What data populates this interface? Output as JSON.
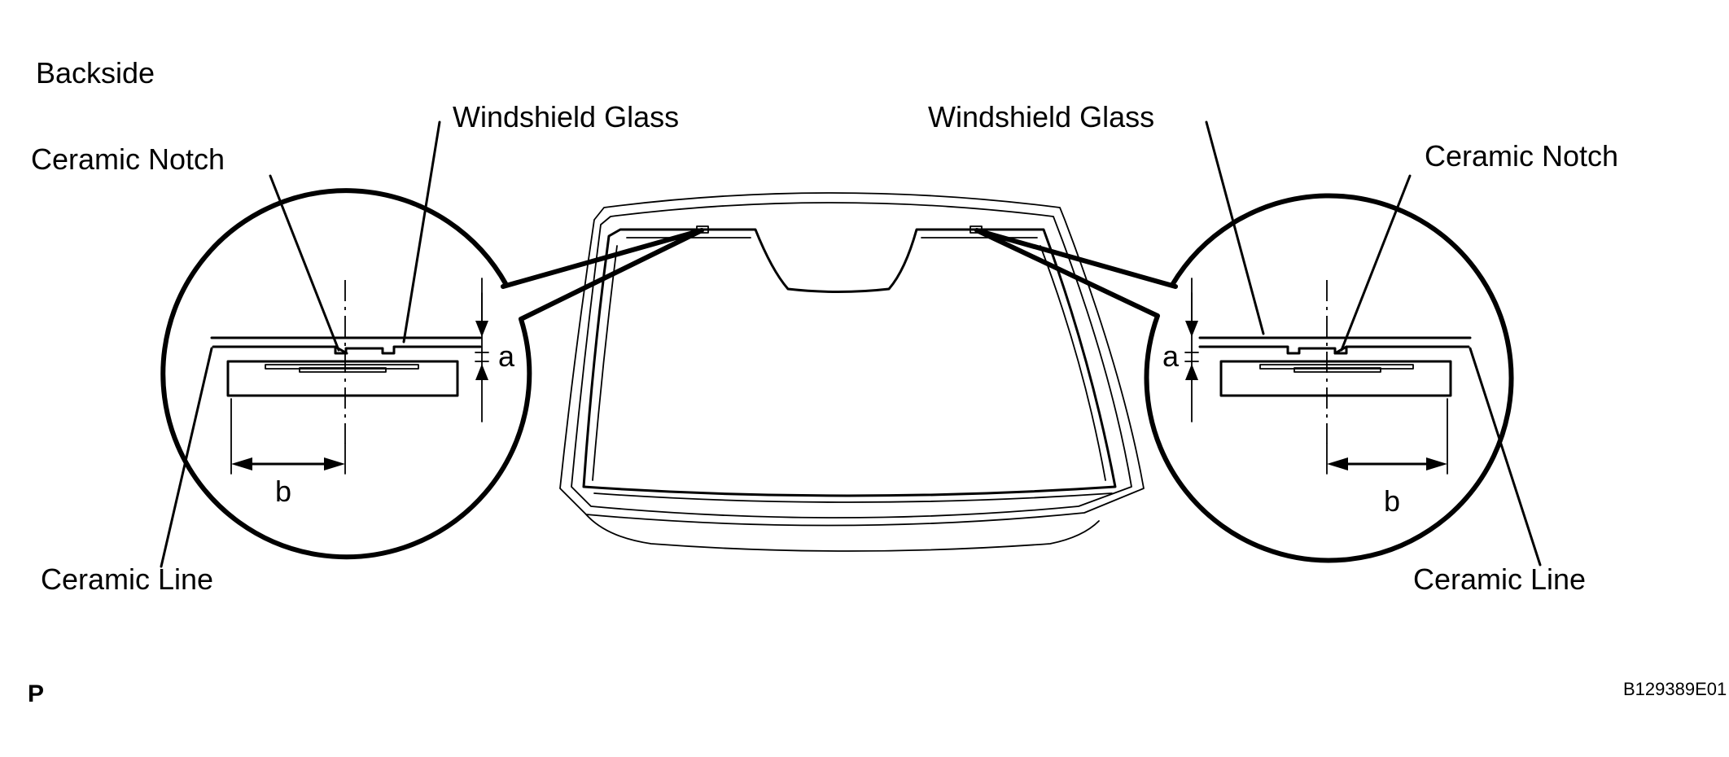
{
  "labels": {
    "backside": "Backside",
    "windshield_glass_left": "Windshield Glass",
    "windshield_glass_right": "Windshield Glass",
    "ceramic_notch_left": "Ceramic Notch",
    "ceramic_notch_right": "Ceramic Notch",
    "ceramic_line_left": "Ceramic Line",
    "ceramic_line_right": "Ceramic Line",
    "dim_a_left": "a",
    "dim_b_left": "b",
    "dim_a_right": "a",
    "dim_b_right": "b",
    "corner_mark": "P",
    "figure_code": "B129389E01"
  }
}
